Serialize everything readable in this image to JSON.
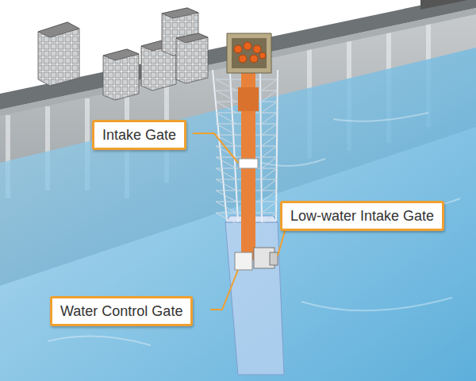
{
  "diagram": {
    "nodes": [
      {
        "text": [
          "Intake Gate"
        ]
      },
      {
        "text": [
          "Low-water Intake Gate"
        ]
      },
      {
        "text": [
          "Water Control Gate"
        ]
      }
    ]
  }
}
